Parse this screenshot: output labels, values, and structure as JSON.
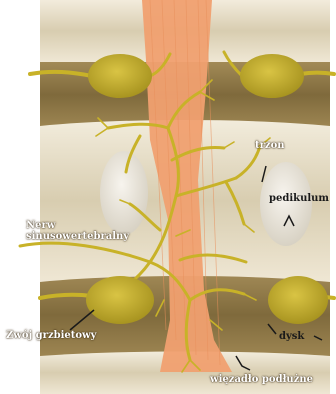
{
  "labels": {
    "nerve": [
      "Nerw",
      "sinusowertebralny"
    ],
    "vertebral_body": "trzon",
    "pedicle": "pedikulum",
    "ganglion": "Zwój grzbietowy",
    "disc": "dysk",
    "ligament": "więzadło podłużne"
  },
  "colors": {
    "background": "#ffffff",
    "vertebra": "#ddd3b8",
    "disc": "#8f7a48",
    "ligament": "#f0a070",
    "nerve": "#c8b228",
    "pedicle": "#ece8de"
  }
}
